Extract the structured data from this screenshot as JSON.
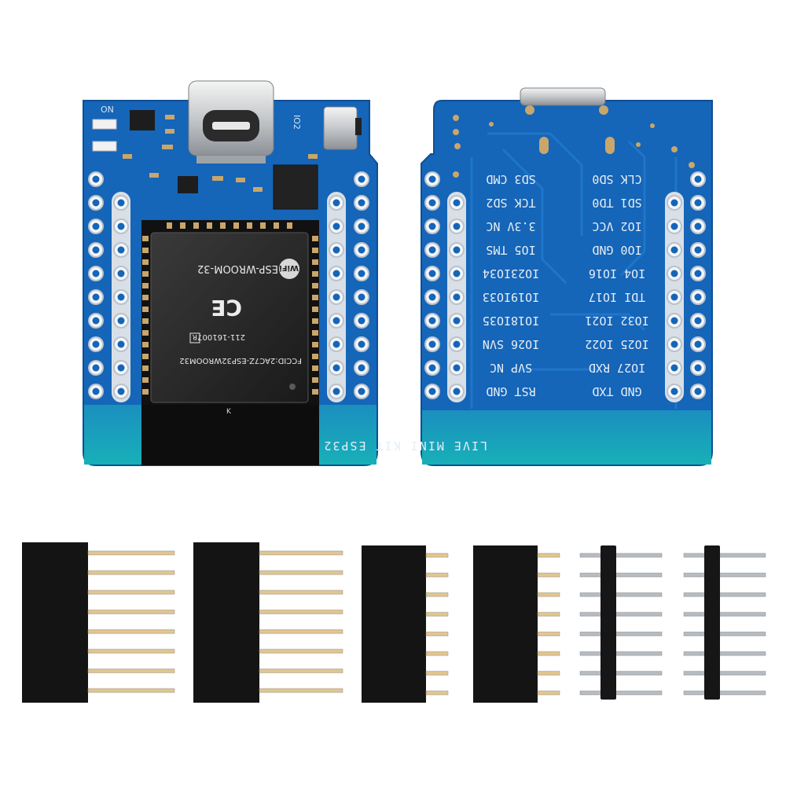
{
  "front_board": {
    "on_label": "ON",
    "io2_label": "IO2",
    "module": {
      "fcc": "FCCID:2AC7Z-ESP32WROOM32",
      "r_label": "R",
      "r_code": "211-161007",
      "ce": "CE",
      "model": "ESP-WROOM-32",
      "wifi_label": "WiFi"
    },
    "k_label": "K"
  },
  "back_board": {
    "pin_labels_left": [
      "SD3 CMD",
      "TCK SD2",
      "3.3V NC",
      "IO5 TMS",
      "IO23IO34",
      "IO19IO33",
      "IO18IO35",
      "IO26 SVN",
      "SVP NC",
      "RST GND"
    ],
    "pin_labels_right": [
      "CLK SD0",
      "SD1 TD0",
      "IO2 VCC",
      "IO0 GND",
      "IO4 IO16",
      "TDI IO17",
      "IO32 IO21",
      "IO25 IO22",
      "IO27 RXD",
      "GND TXD"
    ],
    "footer_label": "LIVE MINI KIT ESP32"
  },
  "headers": {
    "female_count": 4,
    "male_count": 2,
    "pins_per_header": 8
  },
  "colors": {
    "pcb": "#1565b8",
    "pcb_edge": "#0f4f94",
    "pcb_bottom": "#17a7b5",
    "header_black": "#141414",
    "gold_pin": "#e2c68f",
    "silver_pin": "#b7bcc1"
  }
}
